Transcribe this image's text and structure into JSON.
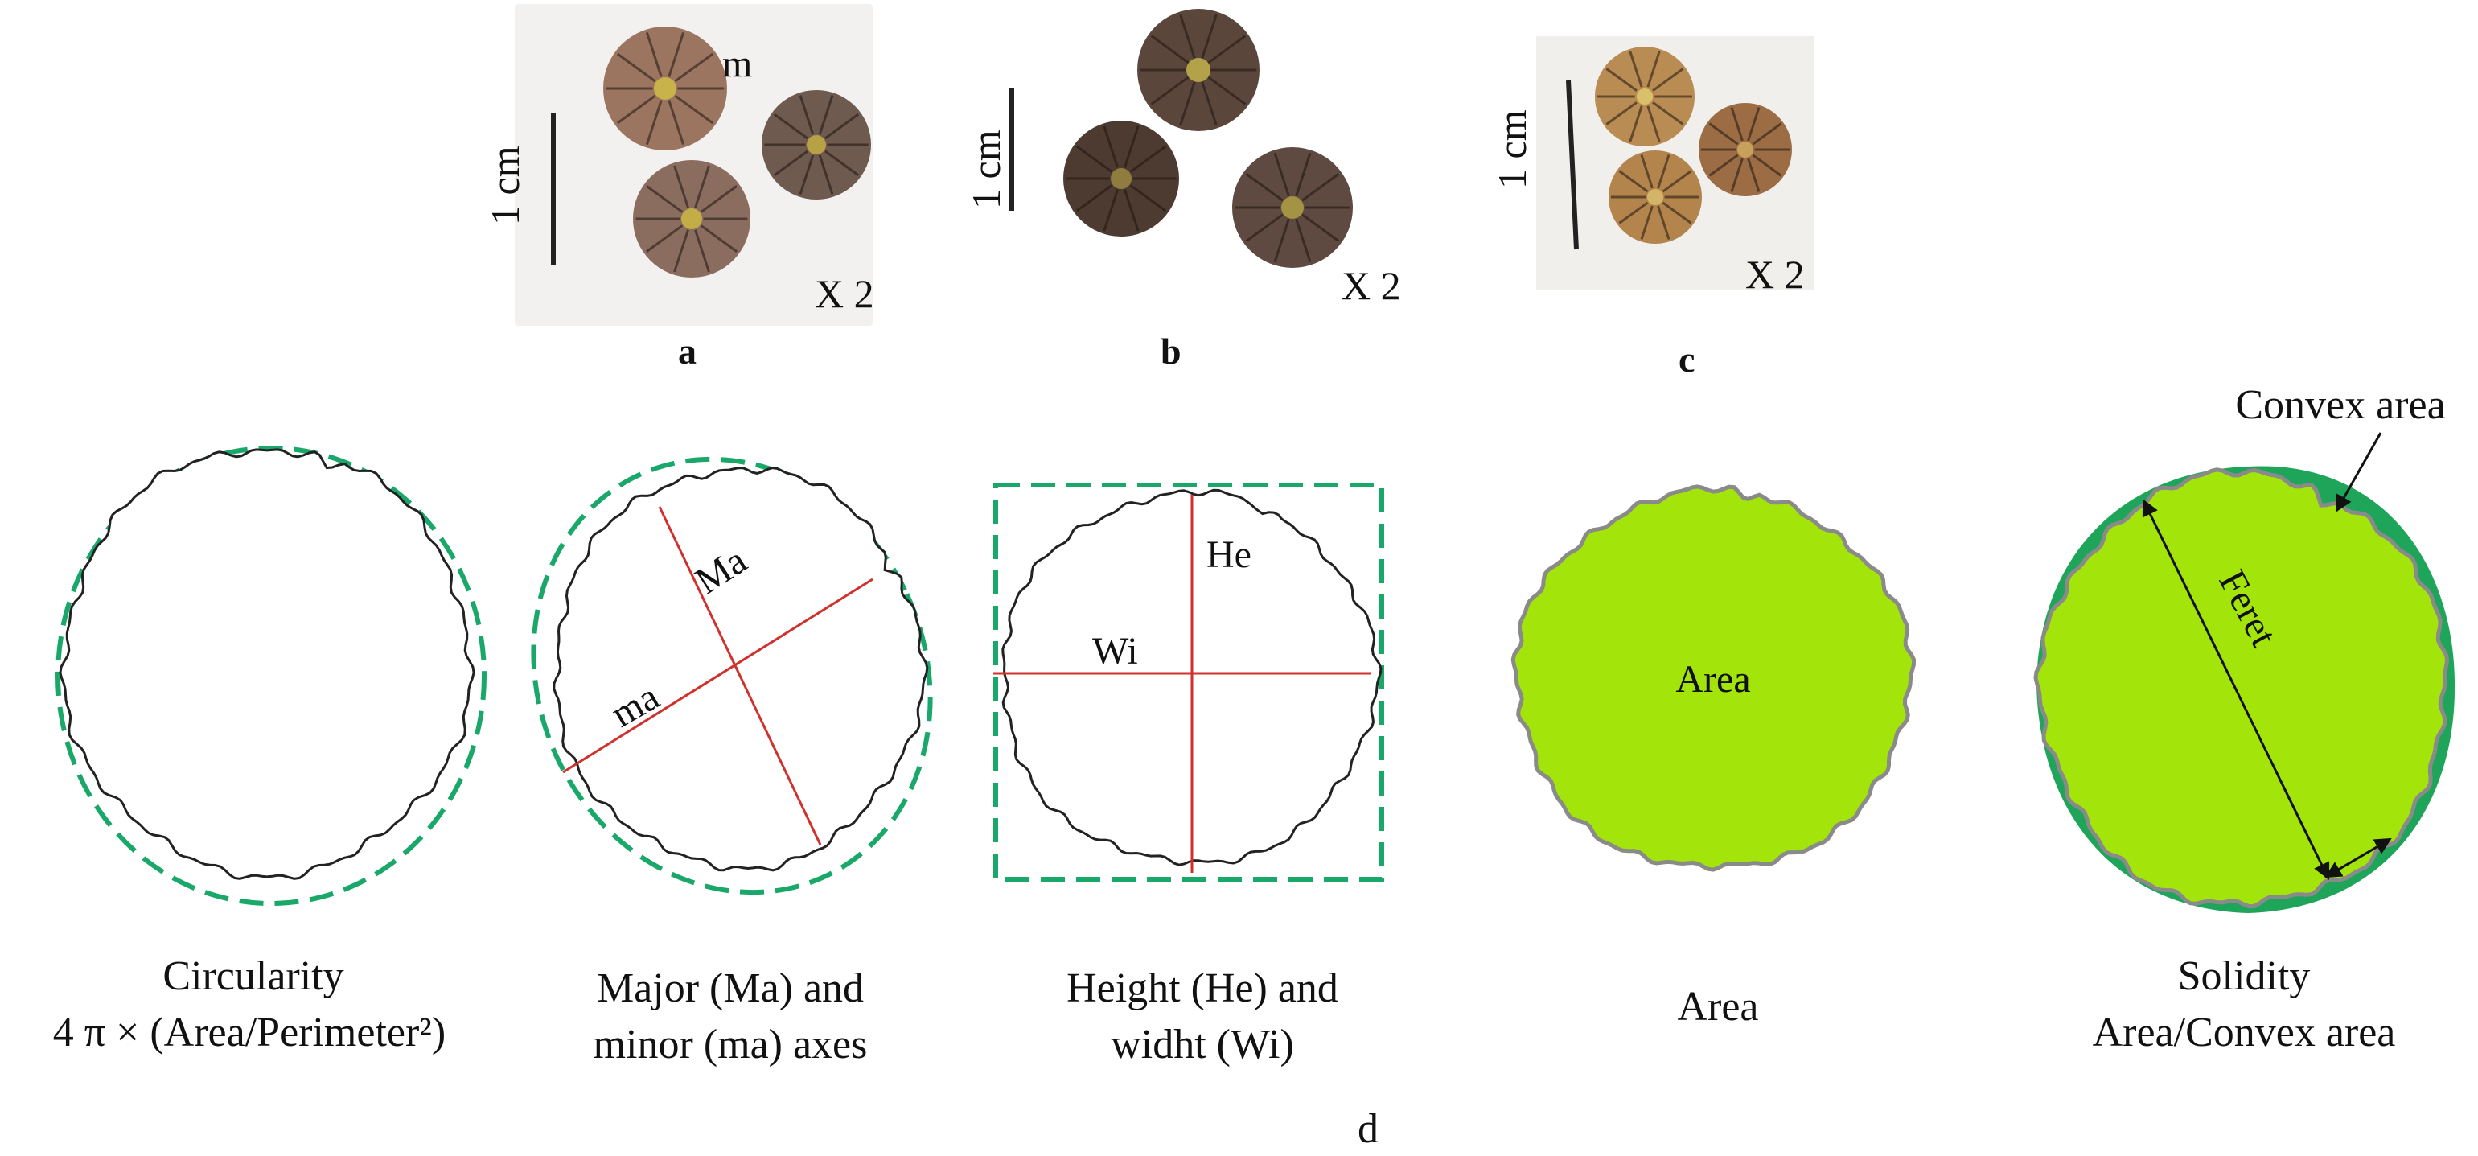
{
  "photos": [
    {
      "panel": "a",
      "scale_label": "1 cm",
      "magnification": "X 2",
      "annotation": "m",
      "background": "#f2f1ef",
      "seed_colors": [
        "#9b7560",
        "#6e5a4e",
        "#8a6d5e"
      ]
    },
    {
      "panel": "b",
      "scale_label": "1 cm",
      "magnification": "X 2",
      "background": "#ffffff",
      "seed_colors": [
        "#5b463c",
        "#4d3a31",
        "#5e4a40"
      ]
    },
    {
      "panel": "c",
      "scale_label": "1 cm",
      "magnification": "X 2",
      "background": "#f1efec",
      "seed_colors": [
        "#b88c52",
        "#9c6d45",
        "#b3854d"
      ]
    }
  ],
  "panel_d_label": "d",
  "shapes": [
    {
      "caption_line1": "Circularity",
      "caption_line2": "4 π × (Area/Perimeter²)"
    },
    {
      "caption_line1": "Major (Ma) and",
      "caption_line2": "minor (ma) axes",
      "major_label": "Ma",
      "minor_label": "ma"
    },
    {
      "caption_line1": "Height (He) and",
      "caption_line2": "widht (Wi)",
      "height_label": "He",
      "width_label": "Wi"
    },
    {
      "caption_line1": "Area",
      "inner_label": "Area"
    },
    {
      "caption_line1": "Solidity",
      "caption_line2": "Area/Convex area",
      "feret_label": "Feret",
      "convex_label": "Convex area"
    }
  ],
  "colors": {
    "dashed_outline": "#1aa86a",
    "axis_lines": "#d0312d",
    "fill": "#a3e40a",
    "convex_fill": "#1fa55a",
    "contour": "#222222"
  }
}
